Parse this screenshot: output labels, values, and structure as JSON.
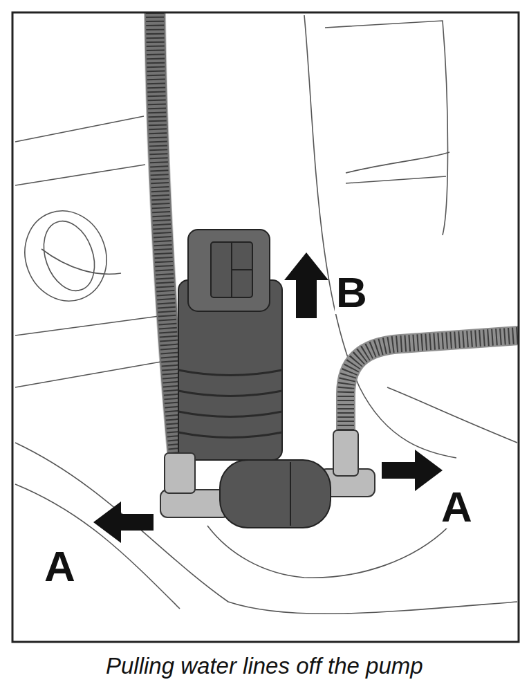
{
  "diagram": {
    "caption": "Pulling water lines off the pump",
    "labels": [
      "B",
      "A",
      "A"
    ]
  }
}
